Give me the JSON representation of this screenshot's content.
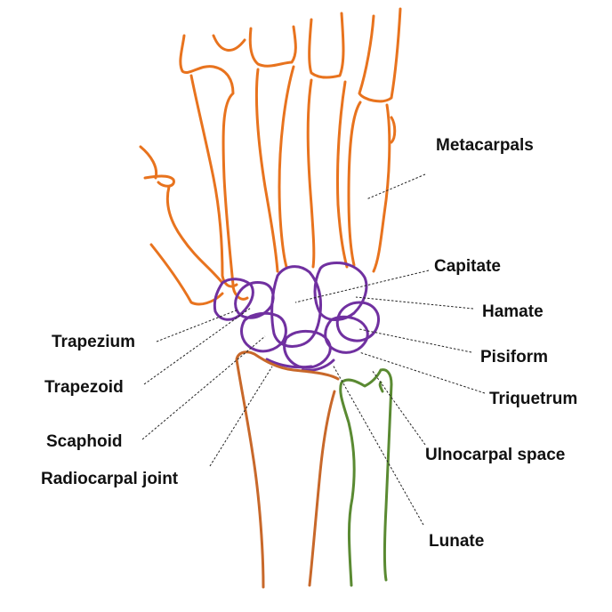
{
  "colors": {
    "metacarpals": "#E8731E",
    "carpals": "#7030A0",
    "radius": "#C8682A",
    "ulna": "#5A8A32",
    "text": "#111111",
    "background": "#FFFFFF"
  },
  "labels": {
    "metacarpals": "Metacarpals",
    "capitate": "Capitate",
    "hamate": "Hamate",
    "trapezium": "Trapezium",
    "pisiform": "Pisiform",
    "trapezoid": "Trapezoid",
    "triquetrum": "Triquetrum",
    "scaphoid": "Scaphoid",
    "ulnocarpal_space": "Ulnocarpal space",
    "radiocarpal_joint": "Radiocarpal joint",
    "lunate": "Lunate"
  }
}
